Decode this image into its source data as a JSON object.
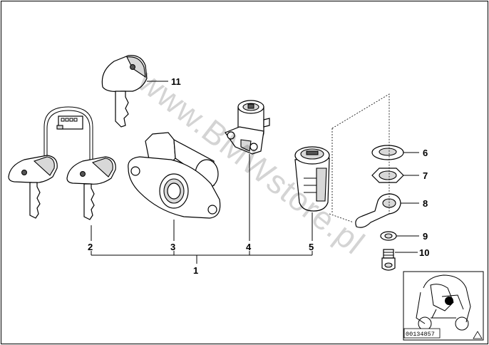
{
  "diagram": {
    "watermark": "www.BMWstore.pl",
    "reference_number": "00134857",
    "callouts": {
      "c1": "1",
      "c2": "2",
      "c3": "3",
      "c4": "4",
      "c5": "5",
      "c6": "6",
      "c7": "7",
      "c8": "8",
      "c9": "9",
      "c10": "10",
      "c11": "11"
    }
  }
}
